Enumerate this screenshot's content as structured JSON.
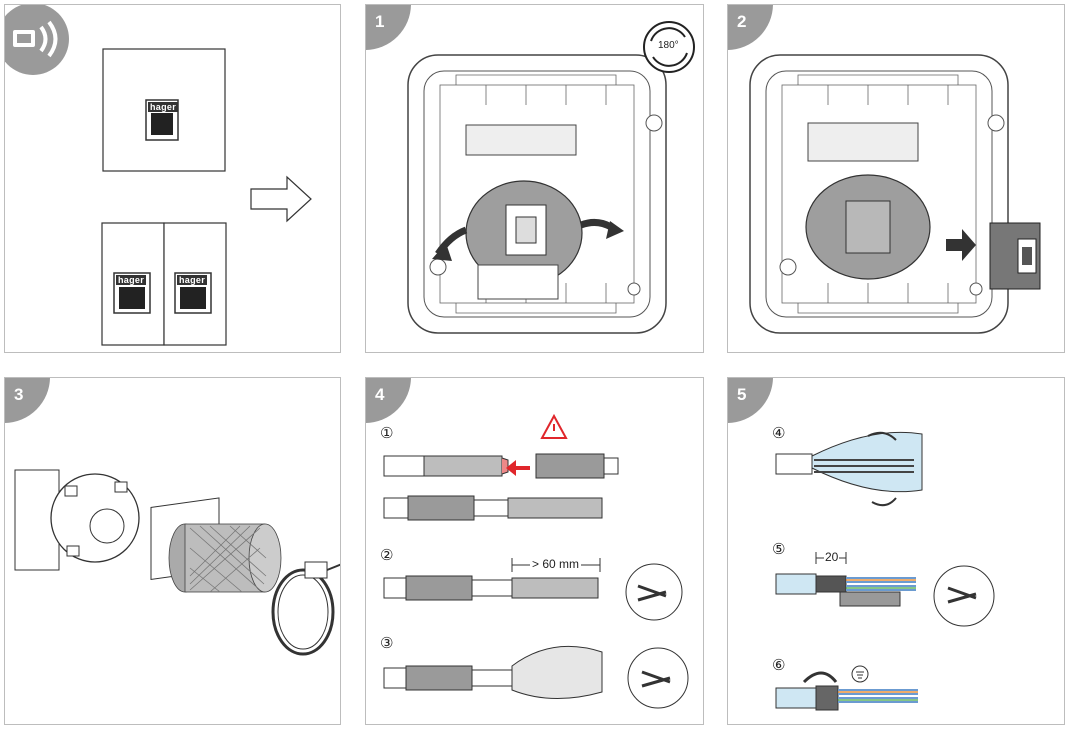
{
  "steps": {
    "one": "1",
    "two": "2",
    "three": "3",
    "four": "4",
    "five": "5"
  },
  "panel0": {
    "brand_single": "hager",
    "brand_left": "hager",
    "brand_right": "hager"
  },
  "panel1": {
    "rotate_label": "180°"
  },
  "panel4": {
    "sub1": "①",
    "sub2": "②",
    "sub3": "③",
    "dimension": "> 60 mm"
  },
  "panel5": {
    "sub4": "④",
    "sub5": "⑤",
    "sub6": "⑥",
    "dimension": "20"
  },
  "colors": {
    "badge": "#9a9a9a",
    "warning_red": "#e0262b",
    "shield_blue": "#cfe7f3",
    "plastic_gray": "#9e9e9e"
  }
}
